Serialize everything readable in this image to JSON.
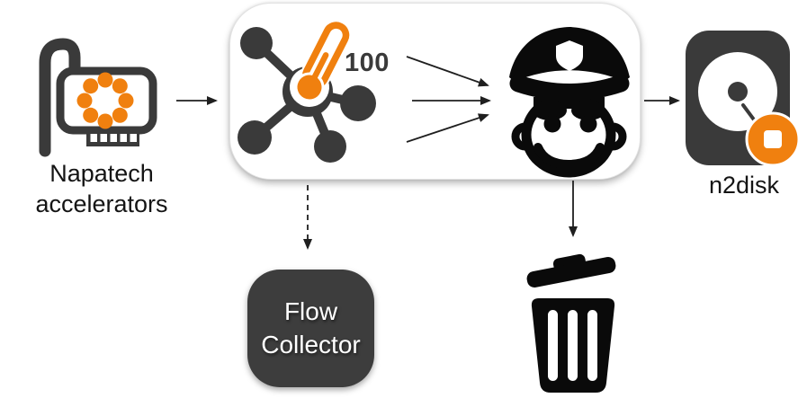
{
  "colors": {
    "accent_orange": "#F0800F",
    "icon_dark": "#3A3A3A",
    "icon_black": "#0A0A0A",
    "panel_bg": "#FFFFFF",
    "panel_border": "#E2E2E2",
    "flow_box_bg": "#3D3D3D",
    "label_color": "#141414"
  },
  "nodes": {
    "napatech": {
      "label_line1": "Napatech",
      "label_line2": "accelerators",
      "icon": "nic-card-icon"
    },
    "probe_panel": {
      "meter_value": "100",
      "icons": [
        "network-hub-icon",
        "thermometer-icon",
        "policeman-icon"
      ]
    },
    "flow_collector": {
      "label_line1": "Flow",
      "label_line2": "Collector"
    },
    "n2disk": {
      "label": "n2disk",
      "icons": [
        "hard-disk-icon",
        "record-stop-badge-icon"
      ]
    },
    "discard": {
      "icon": "trash-can-icon"
    }
  },
  "edges": [
    {
      "from": "napatech",
      "to": "probe_panel",
      "style": "solid-arrow"
    },
    {
      "from": "network-hub",
      "to": "policeman",
      "style": "three-solid-arrows"
    },
    {
      "from": "probe_panel",
      "to": "n2disk",
      "style": "solid-arrow"
    },
    {
      "from": "probe_panel",
      "to": "flow_collector",
      "style": "dashed-arrow"
    },
    {
      "from": "policeman",
      "to": "discard",
      "style": "solid-arrow"
    }
  ]
}
